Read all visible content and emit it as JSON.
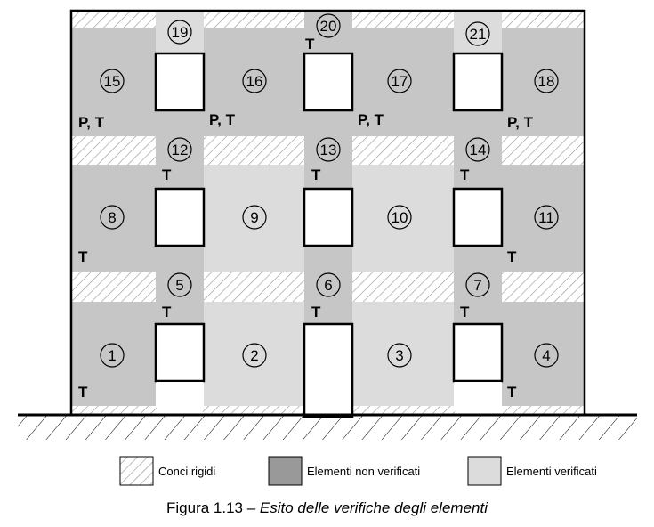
{
  "colors": {
    "non_verified": "#c6c6c6",
    "verified": "#dcdcdc",
    "rigid_hatch": "#999999",
    "opening": "#ffffff",
    "outline": "#000000"
  },
  "piers": [
    {
      "id": "1",
      "status": "non_verified",
      "marks": "T"
    },
    {
      "id": "2",
      "status": "verified",
      "marks": ""
    },
    {
      "id": "3",
      "status": "verified",
      "marks": ""
    },
    {
      "id": "4",
      "status": "non_verified",
      "marks": "T"
    },
    {
      "id": "5",
      "status": "non_verified",
      "marks": "T"
    },
    {
      "id": "6",
      "status": "non_verified",
      "marks": "T"
    },
    {
      "id": "7",
      "status": "non_verified",
      "marks": "T"
    },
    {
      "id": "8",
      "status": "non_verified",
      "marks": "T"
    },
    {
      "id": "9",
      "status": "verified",
      "marks": ""
    },
    {
      "id": "10",
      "status": "verified",
      "marks": ""
    },
    {
      "id": "11",
      "status": "non_verified",
      "marks": "T"
    },
    {
      "id": "12",
      "status": "non_verified",
      "marks": "T"
    },
    {
      "id": "13",
      "status": "non_verified",
      "marks": "T"
    },
    {
      "id": "14",
      "status": "non_verified",
      "marks": "T"
    },
    {
      "id": "15",
      "status": "non_verified",
      "marks": "P, T"
    },
    {
      "id": "16",
      "status": "non_verified",
      "marks": "P, T"
    },
    {
      "id": "17",
      "status": "non_verified",
      "marks": "P, T"
    },
    {
      "id": "18",
      "status": "non_verified",
      "marks": "P, T"
    },
    {
      "id": "19",
      "status": "verified",
      "marks": ""
    },
    {
      "id": "20",
      "status": "non_verified",
      "marks": "T"
    },
    {
      "id": "21",
      "status": "verified",
      "marks": ""
    }
  ],
  "legend": {
    "rigid": "Conci rigidi",
    "non_verified": "Elementi non verificati",
    "verified": "Elementi verificati"
  },
  "caption": {
    "prefix": "Figura 1.13 – ",
    "title": "Esito delle verifiche degli elementi"
  }
}
